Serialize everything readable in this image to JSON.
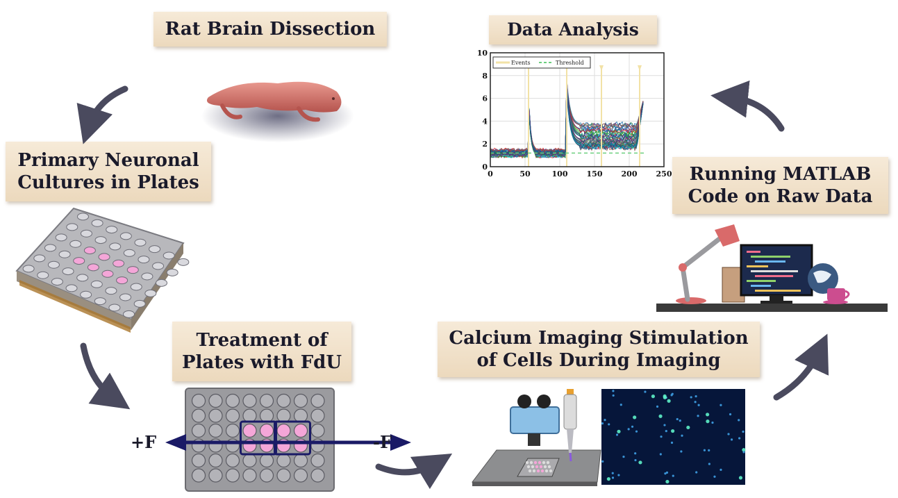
{
  "labels": {
    "rat": "Rat Brain Dissection",
    "primary_1": "Primary Neuronal",
    "primary_2": "Cultures in Plates",
    "treat_1": "Treatment of",
    "treat_2": "Plates with FdU",
    "calcium_1": "Calcium Imaging Stimulation",
    "calcium_2": "of Cells During Imaging",
    "matlab_1": "Running MATLAB",
    "matlab_2": "Code on Raw Data",
    "data": "Data Analysis",
    "plus_f": "+F",
    "minus_f": "-F"
  },
  "chart_data": {
    "type": "line",
    "xlim": [
      0,
      250
    ],
    "ylim": [
      0,
      10
    ],
    "xticks": [
      "0",
      "50",
      "100",
      "150",
      "200",
      "250"
    ],
    "yticks": [
      "0",
      "2",
      "4",
      "6",
      "8",
      "10"
    ],
    "legend": [
      "Events",
      "Threshold"
    ],
    "legend_position": "top-left",
    "grid": true,
    "event_x": [
      55,
      110,
      160,
      215
    ],
    "series_count": 40
  },
  "colors": {
    "label_bg": "#ecd9bd",
    "arrow": "#4a4a5e",
    "navy": "#1a1a66",
    "well_pink": "#f4a6d8"
  },
  "icons": [
    "rat-pup-icon",
    "culture-plate-icon",
    "treatment-plate-icon",
    "microscope-icon",
    "pipette-icon",
    "fluorescence-image-icon",
    "desk-lamp-icon",
    "monitor-icon",
    "globe-icon",
    "mug-icon",
    "cycle-arrow-icon"
  ]
}
